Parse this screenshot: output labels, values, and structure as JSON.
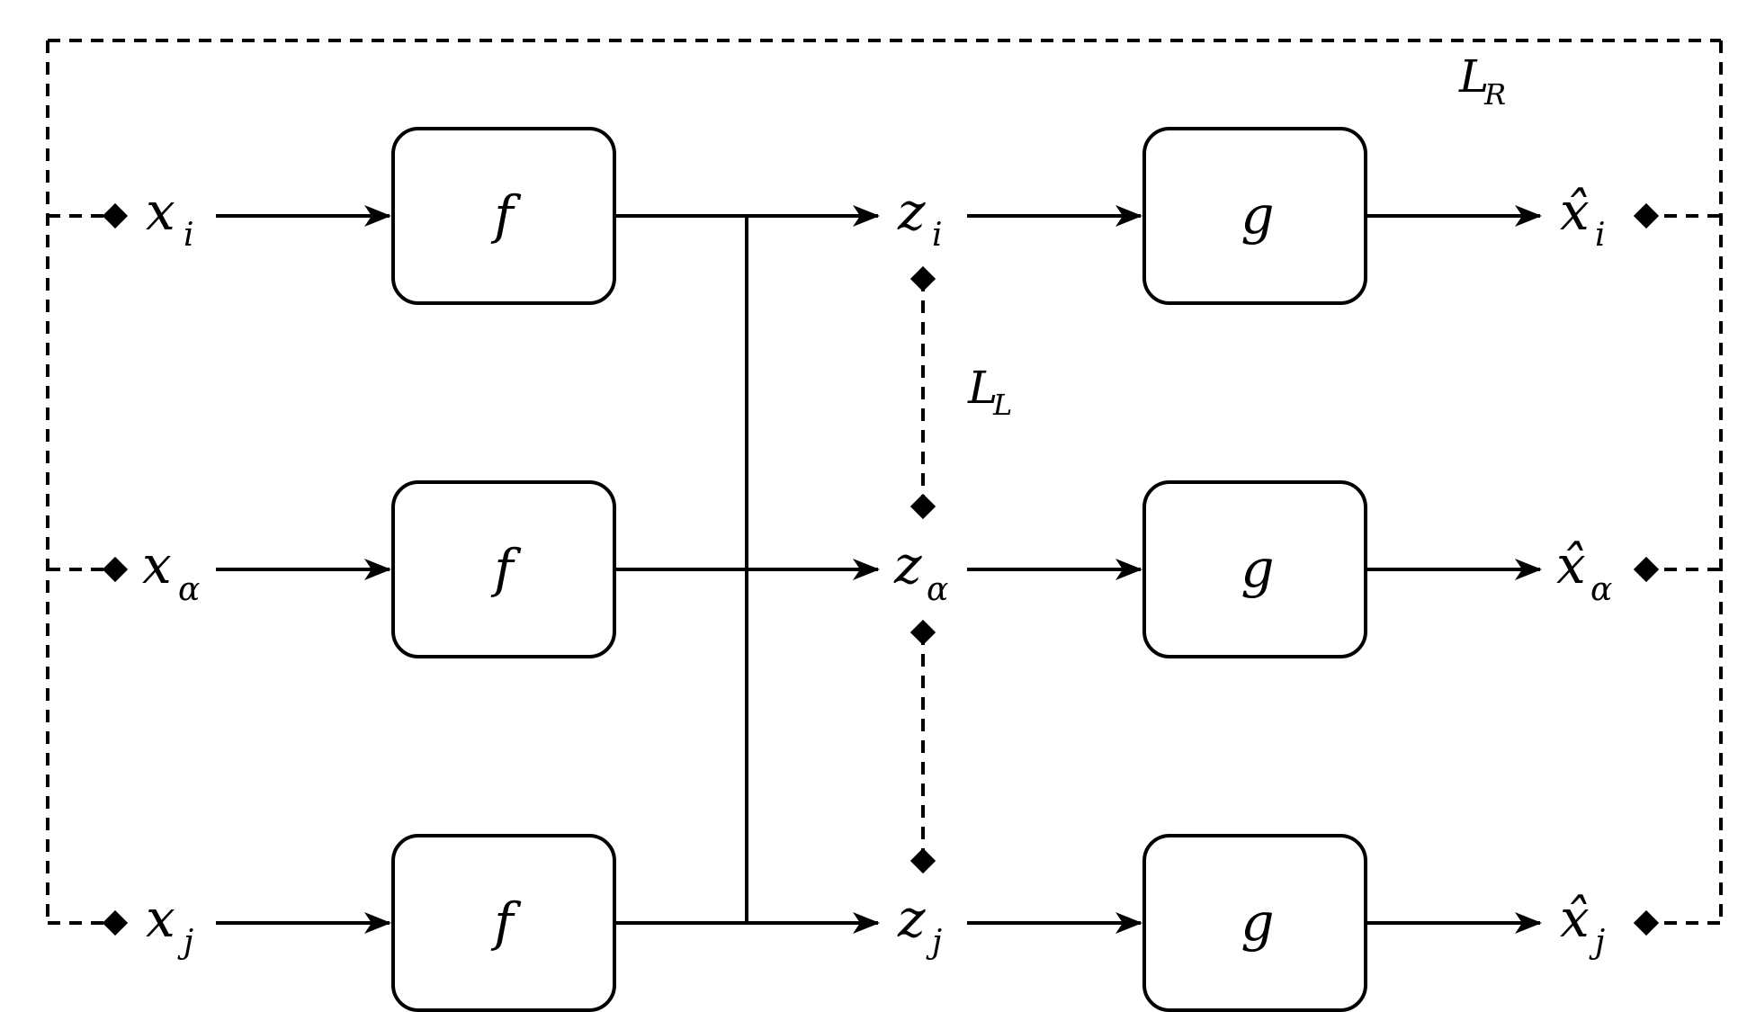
{
  "diagram": {
    "rows": [
      {
        "input": {
          "base": "x",
          "sub": "i"
        },
        "encoder": "f",
        "latent": {
          "base": "z",
          "sub": "i"
        },
        "decoder": "g",
        "output": {
          "base": "x̂",
          "sub": "i"
        }
      },
      {
        "input": {
          "base": "x",
          "sub": "α"
        },
        "encoder": "f",
        "latent": {
          "base": "z",
          "sub": "α"
        },
        "decoder": "g",
        "output": {
          "base": "x̂",
          "sub": "α"
        }
      },
      {
        "input": {
          "base": "x",
          "sub": "j"
        },
        "encoder": "f",
        "latent": {
          "base": "z",
          "sub": "j"
        },
        "decoder": "g",
        "output": {
          "base": "x̂",
          "sub": "j"
        }
      }
    ],
    "loss_reconstruction": {
      "base": "L",
      "sub": "R"
    },
    "loss_latent": {
      "base": "L",
      "sub": "L"
    }
  }
}
